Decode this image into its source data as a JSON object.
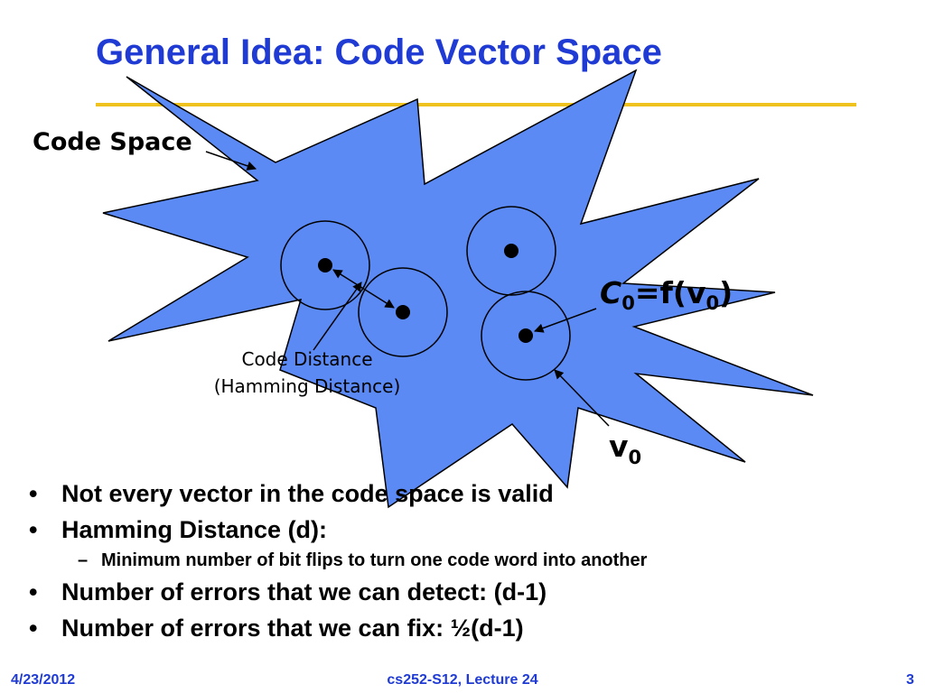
{
  "slide": {
    "title": "General Idea: Code Vector Space",
    "colors": {
      "title": "#1f3bd4",
      "rule": "#f0c21d",
      "star_fill": "#5b8af5",
      "star_stroke": "#000000"
    }
  },
  "diagram": {
    "code_space_label": "Code Space",
    "code_distance_line1": "Code Distance",
    "code_distance_line2": "(Hamming Distance)",
    "codeword_c": "C",
    "codeword_sub": "0",
    "codeword_mid": "=f(v",
    "codeword_sub2": "0",
    "codeword_end": ")",
    "vector_v": "v",
    "vector_sub": "0"
  },
  "bullets": [
    {
      "marker": "•",
      "text": "Not every vector in the code space is valid"
    },
    {
      "marker": "•",
      "text": "Hamming Distance (d):"
    },
    {
      "marker": "–",
      "text": "Minimum number of bit flips to turn one code word into another"
    },
    {
      "marker": "•",
      "text": "Number of errors that we can detect: (d-1)"
    },
    {
      "marker": "•",
      "text": "Number of errors that we can fix: ½(d-1)"
    }
  ],
  "footer": {
    "date": "4/23/2012",
    "course": "cs252-S12, Lecture 24",
    "page": "3"
  }
}
